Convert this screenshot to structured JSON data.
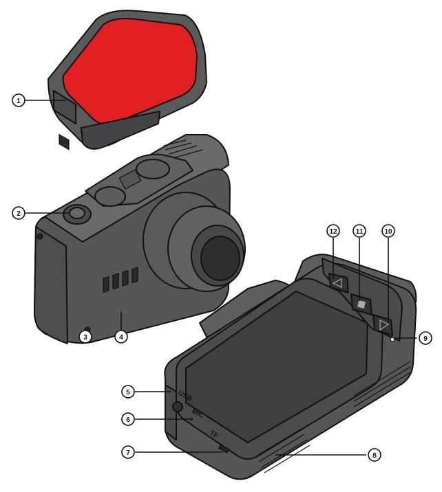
{
  "diagram": {
    "colors": {
      "body": "#585858",
      "body_light": "#6c6c6c",
      "body_dark": "#3e3e3e",
      "adhesive": "#e02020",
      "screen": "#3f3f3f",
      "outline": "#111111",
      "label_fill": "#ffffff"
    },
    "callouts": [
      {
        "number": "1",
        "part": "mount-connector"
      },
      {
        "number": "2",
        "part": "power-button"
      },
      {
        "number": "3",
        "part": "reset-hole"
      },
      {
        "number": "4",
        "part": "speaker-vent"
      },
      {
        "number": "5",
        "part": "usb-port"
      },
      {
        "number": "6",
        "part": "mic"
      },
      {
        "number": "7",
        "part": "tf-card-slot"
      },
      {
        "number": "8",
        "part": "bottom-vent"
      },
      {
        "number": "9",
        "part": "indicator-light"
      },
      {
        "number": "10",
        "part": "right-button"
      },
      {
        "number": "11",
        "part": "ok-button"
      },
      {
        "number": "12",
        "part": "left-button"
      }
    ],
    "printed_marks": {
      "usb_mark": "USB",
      "mic_mark": "MIC",
      "tf_mark": "TF"
    }
  }
}
